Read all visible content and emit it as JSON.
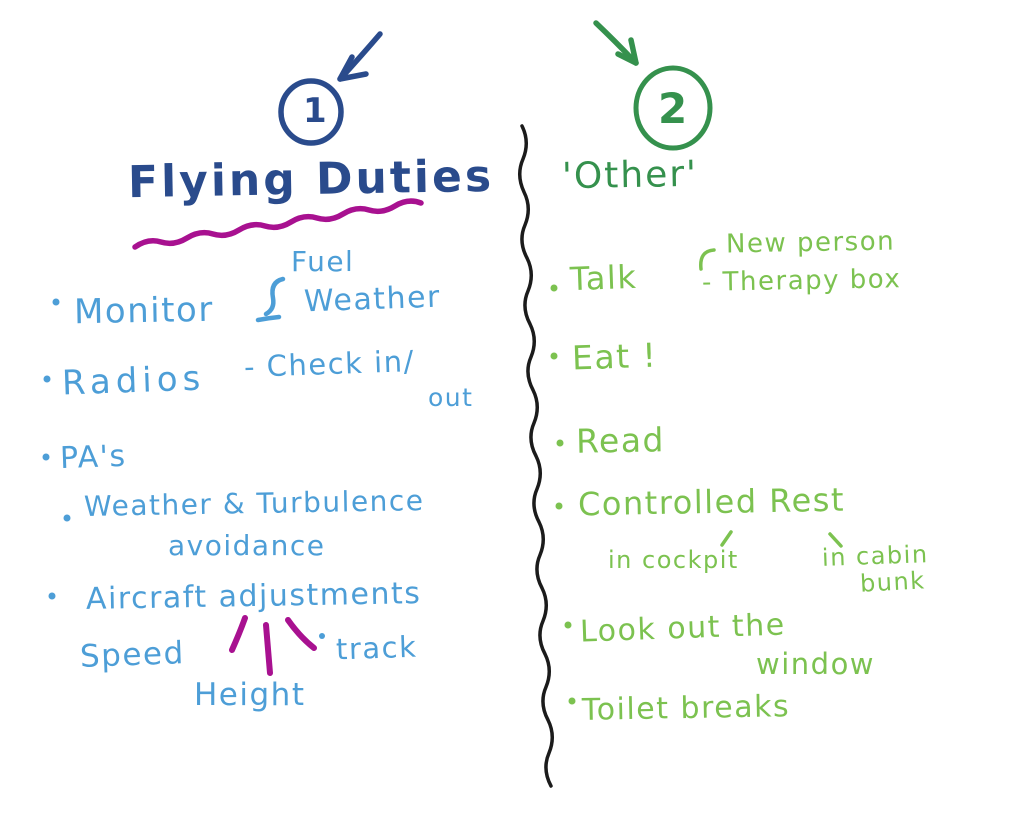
{
  "drawing_type": "handwritten whiteboard note, two columns separated by a wavy line",
  "colors": {
    "dark_blue_pen": "#2a4b8c",
    "light_blue_pen": "#4d9ed7",
    "magenta_pen": "#a81190",
    "dark_green_pen": "#35914d",
    "light_green_pen": "#7cc250",
    "divider_black": "#1b1b1b",
    "background": "#ffffff"
  },
  "left_column": {
    "badge_number": "1",
    "title": "Flying Duties",
    "monitor": "Monitor",
    "monitor_sub_fuel": "Fuel",
    "monitor_sub_weather": "Weather",
    "radios": "Radios",
    "radios_sub_check": "- Check in/",
    "radios_sub_out": "out",
    "pas": "PA's",
    "weather_turbulence": "Weather & Turbulence",
    "avoidance": "avoidance",
    "aircraft_adjustments": "Aircraft adjustments",
    "speed": "Speed",
    "height": "Height",
    "track": "track"
  },
  "right_column": {
    "badge_number": "2",
    "title": "'Other'",
    "talk": "Talk",
    "talk_sub_new_person": "New person",
    "talk_sub_therapy_box": "- Therapy box",
    "eat": "Eat !",
    "read": "Read",
    "controlled_rest": "Controlled Rest",
    "rest_sub_in_cockpit": "in cockpit",
    "rest_sub_in_cabin": "in cabin",
    "rest_sub_bunk": "bunk",
    "look_out_the": "Look out the",
    "window": "window",
    "toilet_breaks": "Toilet breaks"
  }
}
